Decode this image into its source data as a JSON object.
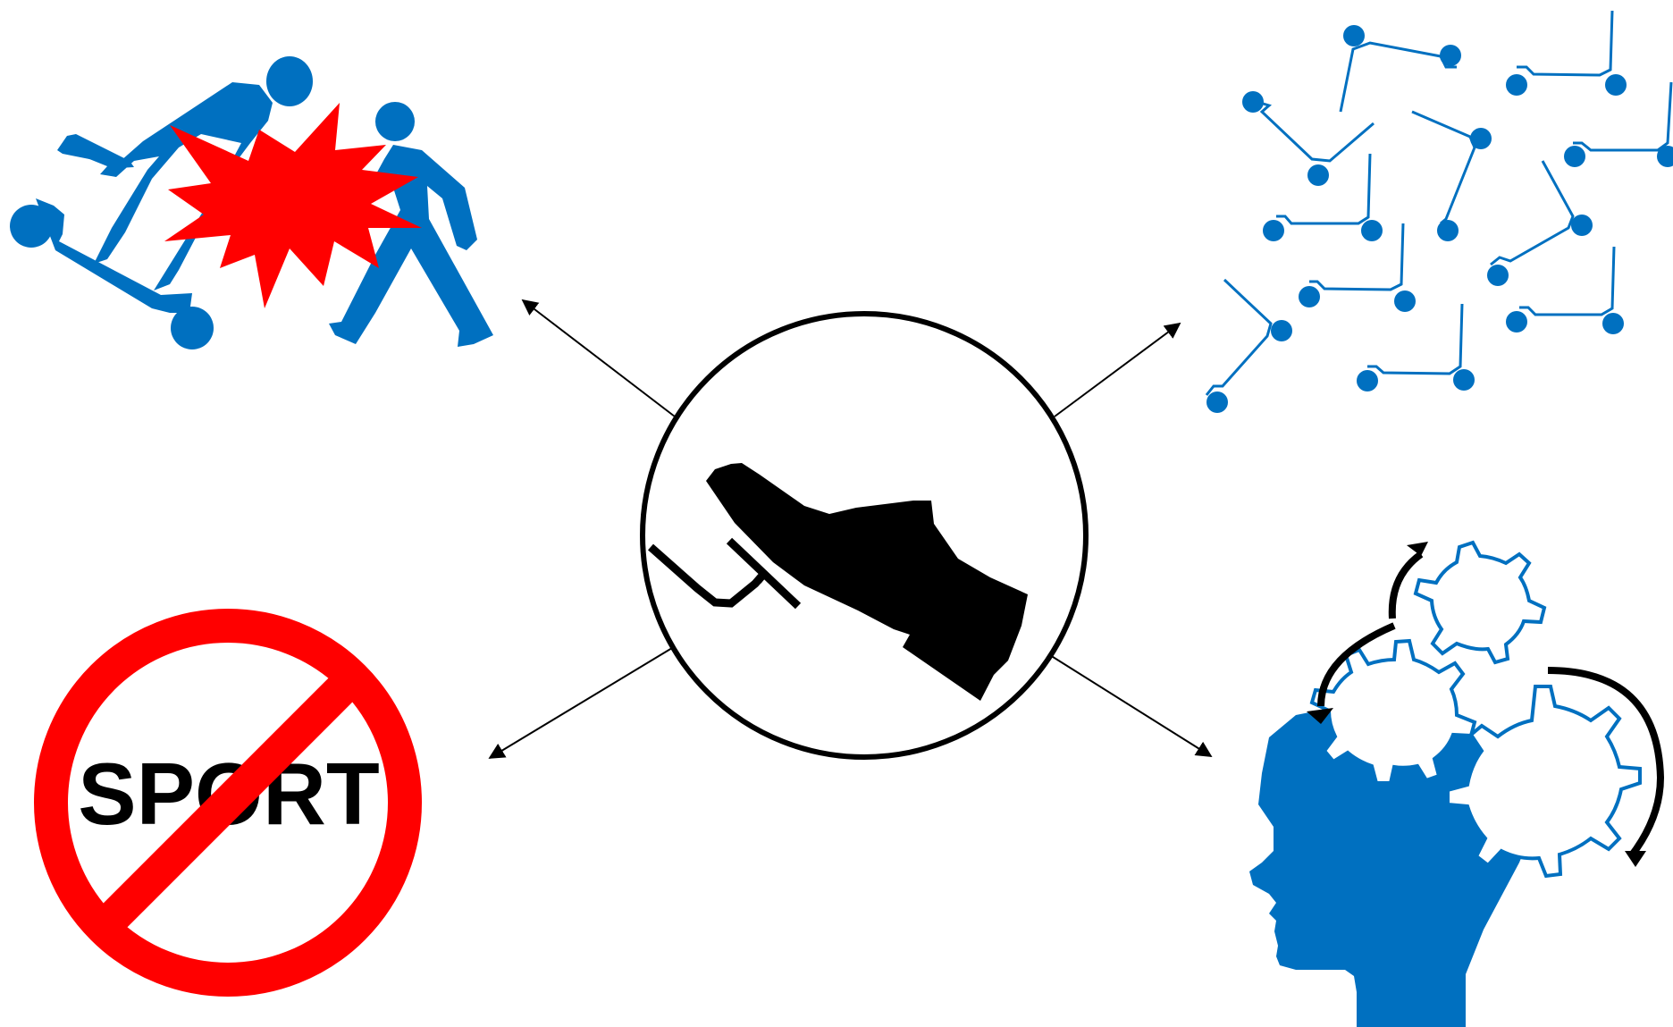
{
  "colors": {
    "accent_blue": "#0070c0",
    "burst_red": "#ff0000",
    "prohibition_red": "#ff0000",
    "outline_black": "#000000",
    "background": "#ffffff"
  },
  "center": {
    "icon": "hand-gripping-handle-icon"
  },
  "panels": {
    "top_left": {
      "icon": "collision-accident-icon"
    },
    "top_right": {
      "icon": "particle-network-icon"
    },
    "bottom_left": {
      "icon": "no-sport-sign-icon",
      "label": "SPORT"
    },
    "bottom_right": {
      "icon": "head-with-gears-icon"
    }
  },
  "arrows": [
    "arrow-to-top-left",
    "arrow-to-top-right",
    "arrow-to-bottom-left",
    "arrow-to-bottom-right"
  ]
}
